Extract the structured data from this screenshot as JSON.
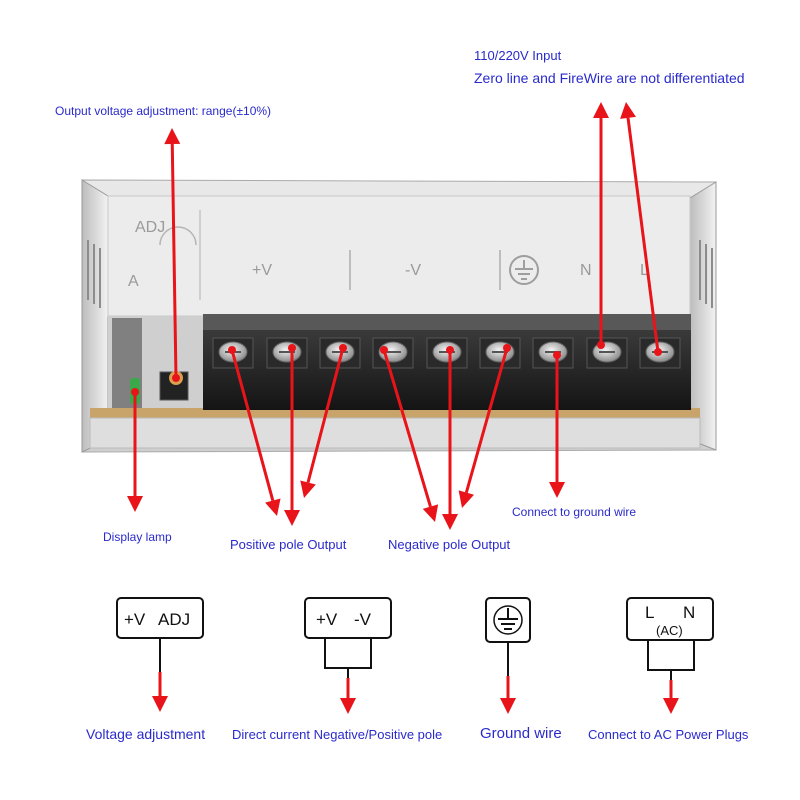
{
  "labels": {
    "input_line1": "110/220V Input",
    "input_line2": "Zero line and  FireWire are not differentiated",
    "adjust": "Output voltage adjustment: range(±10%)",
    "display_lamp": "Display lamp",
    "positive": "Positive pole Output",
    "negative": "Negative pole Output",
    "ground_conn": "Connect to ground wire"
  },
  "panel": {
    "adj": "ADJ",
    "a": "A",
    "plus_v": "+V",
    "minus_v": "-V",
    "n": "N",
    "l": "L"
  },
  "symbols": [
    {
      "id": "adj",
      "text1": "+V",
      "text2": "ADJ",
      "caption": "Voltage adjustment"
    },
    {
      "id": "dc",
      "text1": "+V",
      "text2": "-V",
      "caption": "Direct current Negative/Positive pole"
    },
    {
      "id": "ground",
      "caption": "Ground wire"
    },
    {
      "id": "ac",
      "text1": "L",
      "text2": "N",
      "text3": "(AC)",
      "caption": "Connect to AC Power Plugs"
    }
  ],
  "colors": {
    "arrow": "#e8141a",
    "label": "#2a2acc"
  }
}
